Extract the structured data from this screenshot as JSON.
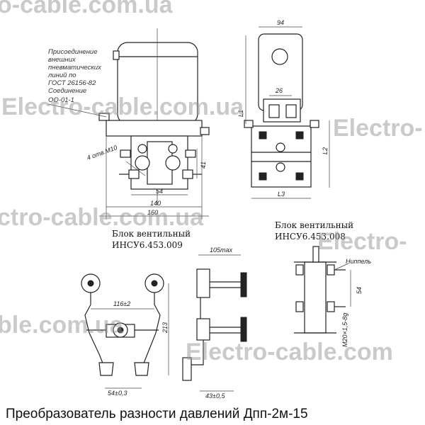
{
  "notes": {
    "connection": [
      "Присоединение",
      "внешних",
      "пневматических",
      "линий по",
      "ГОСТ 26156-82",
      "Соединение",
      "ОО-01-1"
    ],
    "bolts": "4 отв.М10"
  },
  "blocks": {
    "left_name": "Блок вентильный",
    "left_code": "ИНСУ6.453.009",
    "right_name": "Блок вентильный",
    "right_code": "ИНСУ6.453.008"
  },
  "dimensions": {
    "d94": "94",
    "d26": "26",
    "L1": "L1",
    "L2": "L2",
    "L3": "L3",
    "d41": "41",
    "d54": "54",
    "d140": "140",
    "d160": "160",
    "d105": "105max",
    "d116": "116±2",
    "d213": "213",
    "d54b": "54±0,3",
    "d43": "43±0,5",
    "nipple": "Ниппель",
    "d54c": "54",
    "thread": "M20×1,5-8g"
  },
  "watermarks": [
    "o-cable.com.ua",
    "Electro-cable.com.ua",
    "Electro-",
    "ctro-cable.com.ua",
    "Electro-",
    "ble.com.ua",
    "Electro-cable.com"
  ],
  "caption": "Преобразователь разности давлений Дпп-2м-15"
}
